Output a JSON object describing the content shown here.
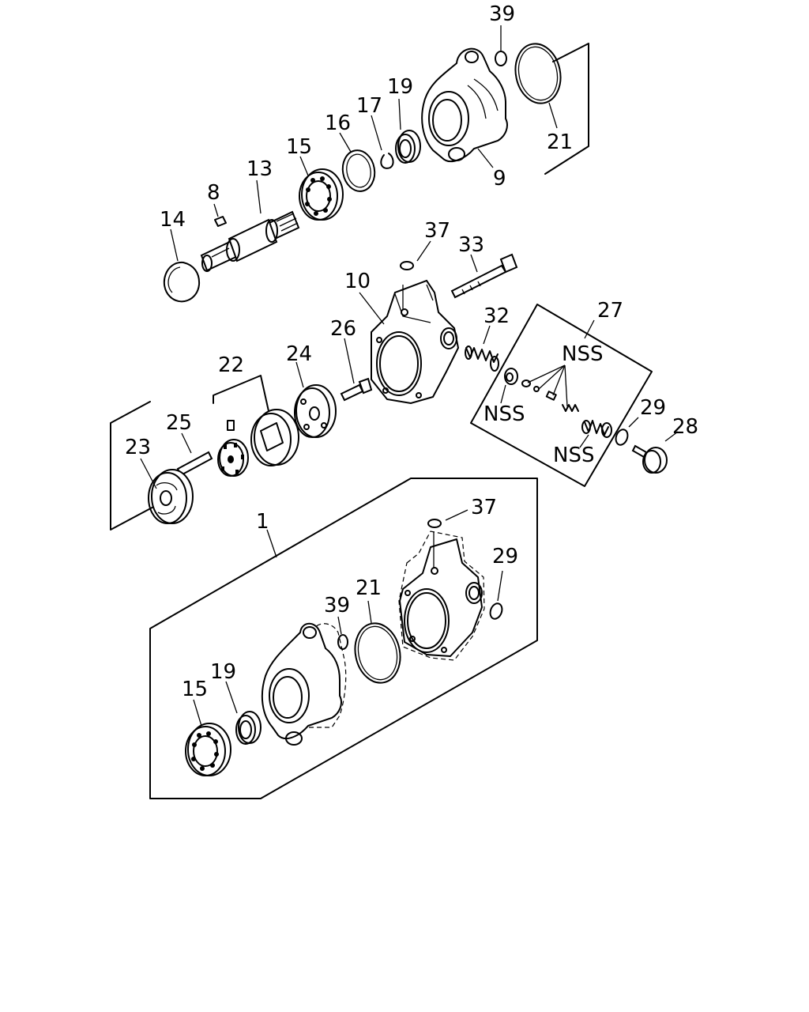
{
  "labels": {
    "l39a": "39",
    "l21a": "21",
    "l9": "9",
    "l19a": "19",
    "l17": "17",
    "l16": "16",
    "l15a": "15",
    "l13": "13",
    "l8": "8",
    "l14": "14",
    "l37a": "37",
    "l33": "33",
    "l10": "10",
    "l32": "32",
    "l26": "26",
    "l24": "24",
    "l22": "22",
    "l27": "27",
    "lnss1": "NSS",
    "lnss2": "NSS",
    "lnss3": "NSS",
    "l29a": "29",
    "l28": "28",
    "l25": "25",
    "l23": "23",
    "l1": "1",
    "l37b": "37",
    "l29b": "29",
    "l21b": "21",
    "l39b": "39",
    "l19b": "19",
    "l15b": "15"
  }
}
